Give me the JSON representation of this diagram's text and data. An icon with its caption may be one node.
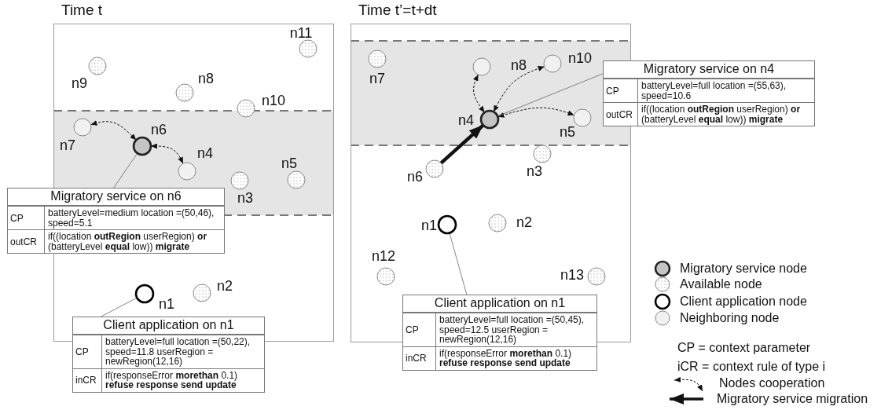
{
  "diagram": {
    "nodes": [
      {
        "text": [
          "Time t"
        ]
      },
      {
        "text": [],
        "shape": "circle",
        "beside": [
          "n11"
        ],
        "in": 0
      },
      {
        "text": [],
        "shape": "circle",
        "beside": [
          "n9"
        ],
        "in": 0
      },
      {
        "text": [],
        "shape": "circle",
        "beside": [
          "n8"
        ],
        "in": 0
      },
      {
        "text": [],
        "shape": "circle",
        "beside": [
          "n10"
        ],
        "in": 0
      },
      {
        "text": [],
        "shape": "circle",
        "beside": [
          "n7"
        ],
        "in": 0
      },
      {
        "text": [],
        "shape": "circle",
        "beside": [
          "n6"
        ],
        "in": 0
      },
      {
        "text": [],
        "shape": "circle",
        "beside": [
          "n4"
        ],
        "in": 0
      },
      {
        "text": [],
        "shape": "circle",
        "beside": [
          "n5"
        ],
        "in": 0
      },
      {
        "text": [],
        "shape": "circle",
        "beside": [
          "n3"
        ],
        "in": 0
      },
      {
        "text": [
          "Migratory service on n6",
          "CP",
          "batteryLevel=medium location =(50,46), speed=5.1",
          "outCR",
          "if((location **outRegion** userRegion) **or** (batteryLevel **equal** low)) **migrate**"
        ]
      },
      {
        "text": [],
        "shape": "circle",
        "beside": [
          "n2"
        ],
        "in": 0
      },
      {
        "text": [],
        "shape": "circle",
        "beside": [
          "n1"
        ],
        "in": 0
      },
      {
        "text": [
          "Client application on n1",
          "CP",
          "batteryLevel=full location =(50,22), speed=11.8 userRegion = newRegion(12,16)",
          "inCR",
          "if(responseError **morethan** 0.1) **refuse response send update**"
        ]
      },
      {
        "text": [
          "Time t’=t+dt"
        ]
      },
      {
        "text": [],
        "shape": "circle",
        "beside": [
          "n7"
        ],
        "in": 14
      },
      {
        "text": [],
        "shape": "circle",
        "beside": [
          "n8"
        ],
        "in": 14
      },
      {
        "text": [],
        "shape": "circle",
        "beside": [
          "n10"
        ],
        "in": 14
      },
      {
        "text": [
          "Migratory service on n4",
          "CP",
          "batteryLevel=full location =(55,63), speed=10.6",
          "outCR",
          "if((location **outRegion** userRegion) **or** (batteryLevel **equal** low)) **migrate**"
        ]
      },
      {
        "text": [],
        "shape": "circle",
        "beside": [
          "n4"
        ],
        "in": 14
      },
      {
        "text": [],
        "shape": "circle",
        "beside": [
          "n5"
        ],
        "in": 14
      },
      {
        "text": [],
        "shape": "circle",
        "beside": [
          "n6"
        ],
        "in": 14
      },
      {
        "text": [],
        "shape": "circle",
        "beside": [
          "n3"
        ],
        "in": 14
      },
      {
        "text": [],
        "shape": "circle",
        "beside": [
          "n1"
        ],
        "in": 14
      },
      {
        "text": [],
        "shape": "circle",
        "beside": [
          "n2"
        ],
        "in": 14
      },
      {
        "text": [],
        "shape": "circle",
        "beside": [
          "n12"
        ],
        "in": 14
      },
      {
        "text": [],
        "shape": "circle",
        "beside": [
          "n13"
        ],
        "in": 14
      },
      {
        "text": [
          "Client application on n1",
          "CP",
          "batteryLevel=full location =(50,45), speed=12.5 userRegion = newRegion(12,16)",
          "inCR",
          "if(responseError **morethan** 0.1) **refuse response send update**"
        ]
      }
    ],
    "edges": [
      {
        "from": 5,
        "to": 6,
        "arrow": "both",
        "style": "dashed"
      },
      {
        "from": 6,
        "to": 7,
        "arrow": "both",
        "style": "dashed"
      },
      {
        "from": 6,
        "to": 10,
        "arrow": "none"
      },
      {
        "from": 12,
        "to": 13,
        "arrow": "none"
      },
      {
        "from": 16,
        "to": 19,
        "arrow": "both",
        "style": "dashed"
      },
      {
        "from": 17,
        "to": 19,
        "arrow": "both",
        "style": "dashed"
      },
      {
        "from": 19,
        "to": 20,
        "arrow": "both",
        "style": "dashed"
      },
      {
        "from": 18,
        "to": 19,
        "arrow": "none"
      },
      {
        "from": 21,
        "to": 19,
        "arrow": "to",
        "style": "thick"
      },
      {
        "from": 23,
        "to": 27,
        "arrow": "none"
      }
    ],
    "labels": [
      "CP = context parameter",
      "iCR = context rule of type i"
    ],
    "legend": [
      {
        "text": "Migratory service node"
      },
      {
        "text": "Available node"
      },
      {
        "text": "Client application node"
      },
      {
        "text": "Neighboring node"
      },
      {
        "text": "Nodes cooperation"
      },
      {
        "text": "Migratory service migration"
      }
    ]
  }
}
